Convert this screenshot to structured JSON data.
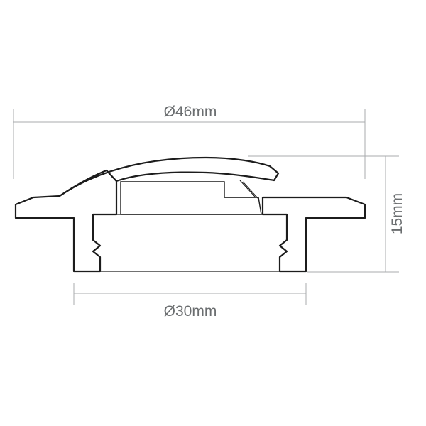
{
  "figure": {
    "description_type": "technical cross-section drawing",
    "line_color": "#1c1c1c",
    "dimension_line_color": "#a9abad",
    "dimension_text_color": "#6b6e70"
  },
  "dimensions": {
    "outer_diameter": "Ø46mm",
    "inner_diameter": "Ø30mm",
    "height": "15mm"
  }
}
